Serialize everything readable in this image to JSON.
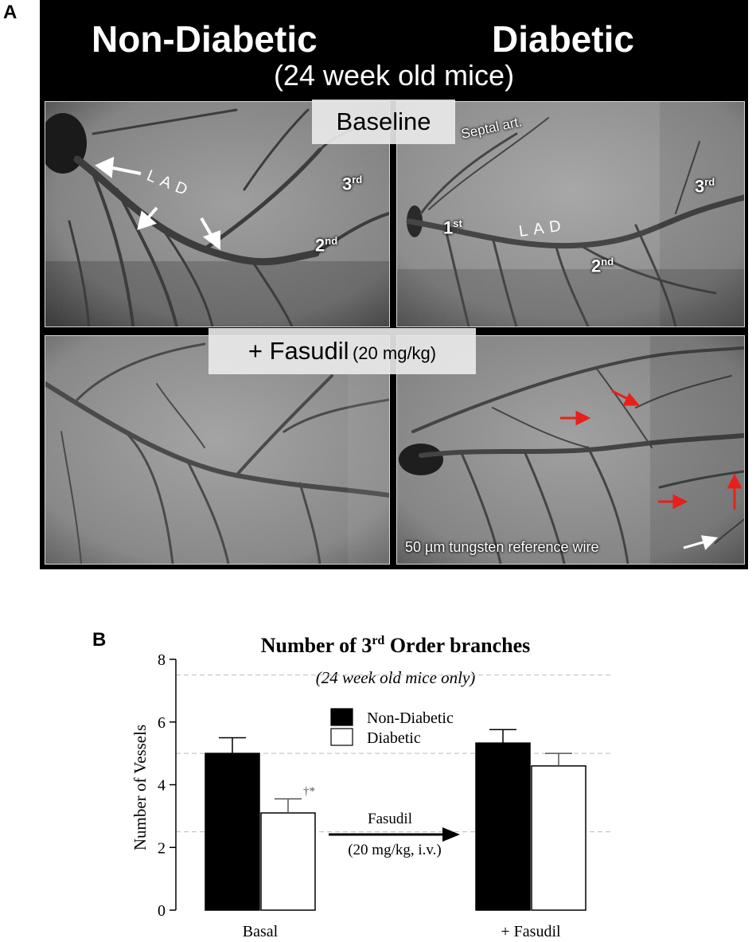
{
  "panel_a": {
    "letter": "A",
    "header": {
      "left_title": "Non-Diabetic",
      "right_title": "Diabetic",
      "subtitle": "(24 week old mice)"
    },
    "baseline_label": "Baseline",
    "fasudil_label_main": "+ Fasudil",
    "fasudil_label_dose": "(20 mg/kg)",
    "annotations": {
      "septal": "Septal art.",
      "lad_left": "LAD",
      "lad_right": "LAD",
      "left_2nd": "2",
      "left_2nd_sup": "nd",
      "left_3rd": "3",
      "left_3rd_sup": "rd",
      "right_1st": "1",
      "right_1st_sup": "st",
      "right_2nd": "2",
      "right_2nd_sup": "nd",
      "right_3rd": "3",
      "right_3rd_sup": "rd",
      "wire": "50 µm tungsten reference wire"
    },
    "colors": {
      "arrow_red": "#e8201c",
      "arrow_white": "#ffffff",
      "background": "#000000"
    }
  },
  "panel_b": {
    "letter": "B",
    "chart_data": {
      "type": "bar",
      "title_main": "Number of 3",
      "title_sup": "rd",
      "title_tail": " Order branches",
      "subtitle": "(24 week old mice only)",
      "ylabel": "Number of Vessels",
      "xlabel": "",
      "ylim": [
        0,
        8
      ],
      "yticks": [
        0,
        2,
        4,
        6,
        8
      ],
      "reference_lines": [
        2.5,
        5,
        7.5
      ],
      "categories": [
        "Basal",
        "+ Fasudil"
      ],
      "series": [
        {
          "name": "Non-Diabetic",
          "values": [
            5.0,
            5.33
          ],
          "errors": [
            0.5,
            0.43
          ],
          "color": "#000000"
        },
        {
          "name": "Diabetic",
          "values": [
            3.1,
            4.6
          ],
          "errors": [
            0.45,
            0.4
          ],
          "color": "#ffffff"
        }
      ],
      "significance": {
        "category": "Basal",
        "series": "Diabetic",
        "text": "†*"
      },
      "arrow_annotation": {
        "text": "Fasudil",
        "subtext": "(20 mg/kg, i.v.)"
      },
      "legend_position": "top-center"
    }
  }
}
